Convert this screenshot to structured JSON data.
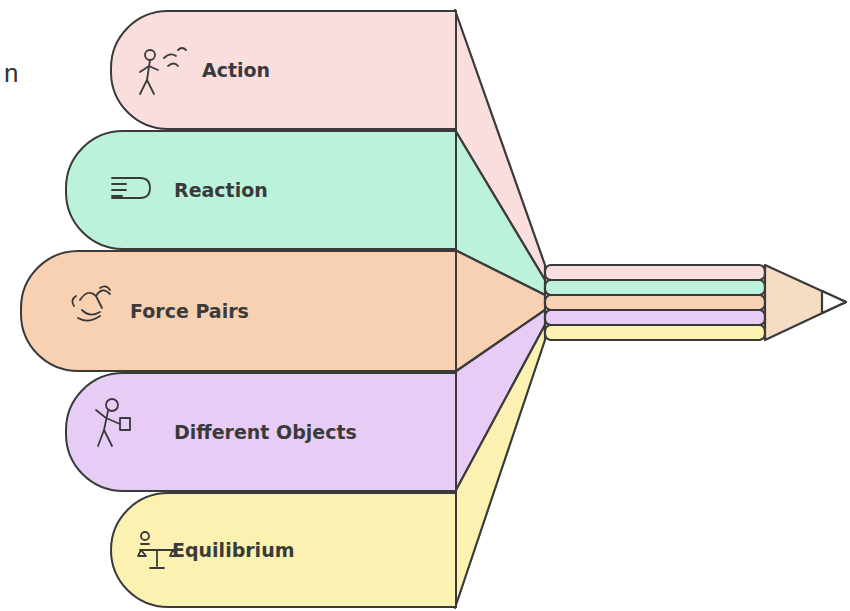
{
  "diagram": {
    "nodes": [
      {
        "text": [
          "Action"
        ]
      },
      {
        "text": [
          "Reaction"
        ]
      },
      {
        "text": [
          "Force Pairs"
        ]
      },
      {
        "text": [
          "Different Objects"
        ]
      },
      {
        "text": [
          "Equilibrium"
        ]
      }
    ],
    "labels": [
      "n"
    ]
  }
}
